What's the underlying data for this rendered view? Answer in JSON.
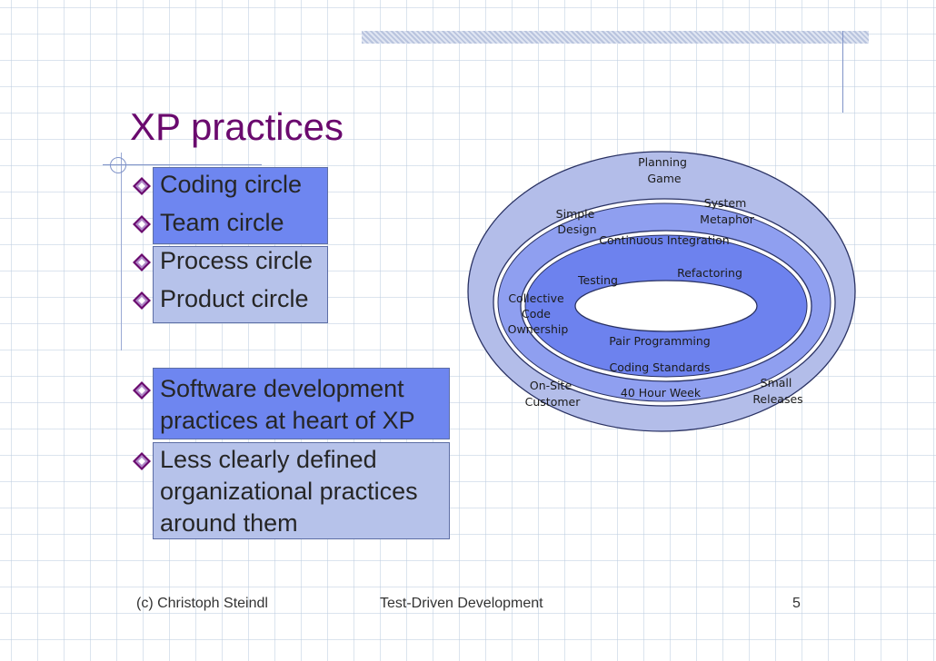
{
  "slide": {
    "title": "XP practices",
    "bullets_top": [
      "Coding circle",
      "Team circle",
      "Process circle",
      "Product circle"
    ],
    "bullets_bottom": [
      [
        "Software development",
        "practices at heart of XP"
      ],
      [
        "Less clearly defined",
        "organizational practices",
        "around them"
      ]
    ]
  },
  "diagram": {
    "outer_ring": {
      "planning": [
        "Planning",
        "Game"
      ],
      "system": [
        "System",
        "Metaphor"
      ],
      "onsite": [
        "On-Site",
        "Customer"
      ],
      "small": [
        "Small",
        "Releases"
      ]
    },
    "middle_ring": {
      "simple": [
        "Simple",
        "Design"
      ],
      "collective": [
        "Collective",
        "Code",
        "Ownership"
      ],
      "coding_standards": "Coding Standards",
      "forty_hour": "40 Hour Week",
      "continuous": "Continuous Integration"
    },
    "inner_ring": {
      "testing": "Testing",
      "refactoring": "Refactoring",
      "pair": "Pair Programming"
    },
    "colors": {
      "outer": "#b3bde9",
      "middle": "#8f9ff0",
      "inner": "#6d82ee",
      "stroke": "#2a3263",
      "separator": "#ffffff"
    }
  },
  "footer": {
    "author": "(c) Christoph Steindl",
    "course": "Test-Driven Development",
    "page": "5"
  }
}
